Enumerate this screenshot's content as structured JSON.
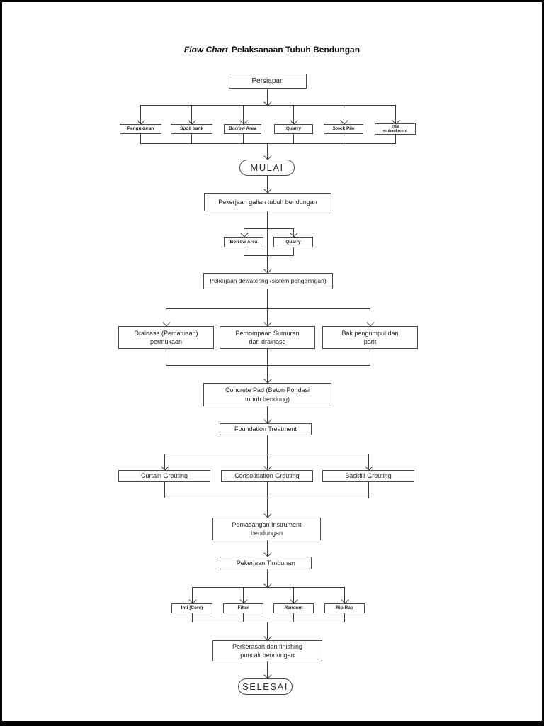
{
  "title": {
    "flow_chart": "Flow Chart",
    "rest": "Pelaksanaan Tubuh Bendungan"
  },
  "nodes": {
    "persiapan": "Persiapan",
    "pengukuran": "Pengukuran",
    "spoil_bank": "Spoil bank",
    "borrow_area_site": "Borrow Area",
    "quarry_site": "Quarry",
    "stock_pile": "Stock Pile",
    "trial_embankment": "Trial\nembankment",
    "mulai": "MULAI",
    "galian": "Pekerjaan galian tubuh bendungan",
    "borrow_area": "Borrow Area",
    "quarry": "Quarry",
    "dewatering": "Pekerjaan dewatering (sistem pengeringan)",
    "drainase": "Drainase (Pematusan)\npermukaan",
    "pemompaan": "Pemompaan Sumuran\ndan drainase",
    "bak_pengumpul": "Bak pengumpul dan\nparit",
    "concrete_pad": "Concrete Pad (Beton Pondasi\ntubuh bendung)",
    "foundation_treatment": "Foundation Treatment",
    "curtain_grouting": "Curtain Grouting",
    "consolidation_grouting": "Consolidation Grouting",
    "backfill_grouting": "Backfill Grouting",
    "instrument": "Pemasangan Instrument\nbendungan",
    "timbunan": "Pekerjaan Timbunan",
    "inti_core": "Inti (Core)",
    "filter": "Filter",
    "random": "Random",
    "rip_rap": "Rip Rap",
    "perkerasan": "Perkerasan dan finishing\npuncak bendungan",
    "selesai": "SELESAI"
  },
  "diagram": {
    "type": "flowchart",
    "edges": [
      [
        "persiapan",
        "pengukuran"
      ],
      [
        "persiapan",
        "spoil_bank"
      ],
      [
        "persiapan",
        "borrow_area_site"
      ],
      [
        "persiapan",
        "quarry_site"
      ],
      [
        "persiapan",
        "stock_pile"
      ],
      [
        "persiapan",
        "trial_embankment"
      ],
      [
        "pengukuran",
        "mulai"
      ],
      [
        "spoil_bank",
        "mulai"
      ],
      [
        "borrow_area_site",
        "mulai"
      ],
      [
        "quarry_site",
        "mulai"
      ],
      [
        "stock_pile",
        "mulai"
      ],
      [
        "trial_embankment",
        "mulai"
      ],
      [
        "mulai",
        "galian"
      ],
      [
        "galian",
        "borrow_area"
      ],
      [
        "galian",
        "quarry"
      ],
      [
        "borrow_area",
        "dewatering"
      ],
      [
        "quarry",
        "dewatering"
      ],
      [
        "dewatering",
        "drainase"
      ],
      [
        "dewatering",
        "pemompaan"
      ],
      [
        "dewatering",
        "bak_pengumpul"
      ],
      [
        "drainase",
        "concrete_pad"
      ],
      [
        "pemompaan",
        "concrete_pad"
      ],
      [
        "bak_pengumpul",
        "concrete_pad"
      ],
      [
        "concrete_pad",
        "foundation_treatment"
      ],
      [
        "foundation_treatment",
        "curtain_grouting"
      ],
      [
        "foundation_treatment",
        "consolidation_grouting"
      ],
      [
        "foundation_treatment",
        "backfill_grouting"
      ],
      [
        "curtain_grouting",
        "instrument"
      ],
      [
        "consolidation_grouting",
        "instrument"
      ],
      [
        "backfill_grouting",
        "instrument"
      ],
      [
        "instrument",
        "timbunan"
      ],
      [
        "timbunan",
        "inti_core"
      ],
      [
        "timbunan",
        "filter"
      ],
      [
        "timbunan",
        "random"
      ],
      [
        "timbunan",
        "rip_rap"
      ],
      [
        "inti_core",
        "perkerasan"
      ],
      [
        "filter",
        "perkerasan"
      ],
      [
        "random",
        "perkerasan"
      ],
      [
        "rip_rap",
        "perkerasan"
      ],
      [
        "perkerasan",
        "selesai"
      ]
    ]
  },
  "colors": {
    "line": "#3d3d3d",
    "box_border": "#4b4b4b",
    "text": "#1e1e1e",
    "page": "#ffffff",
    "frame": "#000000"
  }
}
